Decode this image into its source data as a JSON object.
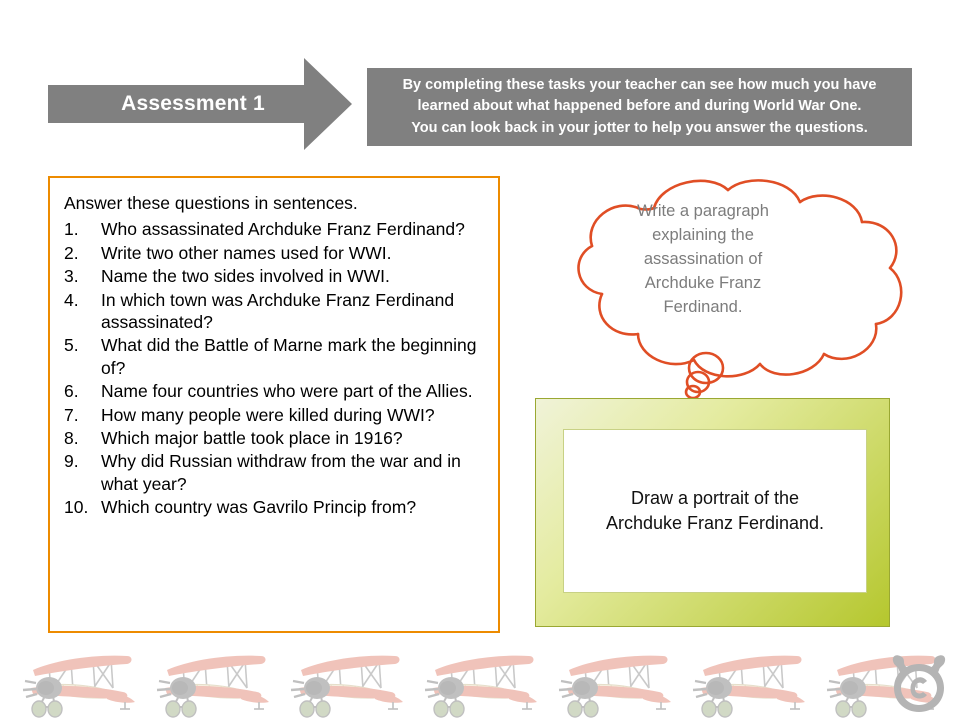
{
  "header": {
    "arrow_label": "Assessment 1",
    "arrow_color": "#808080",
    "intro_text": "By completing these tasks your teacher can see how much you have\nlearned about what happened before and during World War One.\nYou can look back in your jotter to help you answer the questions.",
    "intro_box_color": "#808080"
  },
  "questions_panel": {
    "border_color": "#ED8B00",
    "intro": "Answer these questions in sentences.",
    "items": [
      {
        "number": "1.",
        "text": "Who assassinated Archduke Franz Ferdinand?"
      },
      {
        "number": "2.",
        "text": "Write two other names used for WWI."
      },
      {
        "number": "3.",
        "text": "Name the two sides involved in WWI."
      },
      {
        "number": "4.",
        "text": "In which town was Archduke Franz Ferdinand assassinated?"
      },
      {
        "number": "5.",
        "text": "What did the Battle of Marne mark the beginning of?"
      },
      {
        "number": "6.",
        "text": "Name four countries who were part of the Allies."
      },
      {
        "number": "7.",
        "text": "How many people were killed during WWI?"
      },
      {
        "number": "8.",
        "text": "Which major battle took place in 1916?"
      },
      {
        "number": "9.",
        "text": "Why did Russian withdraw from the war and in what year?"
      },
      {
        "number": "10.",
        "text": "Which country was Gavrilo Princip from?"
      }
    ]
  },
  "thought_cloud": {
    "outline_color": "#E04E25",
    "text": "Write a paragraph explaining the assassination of Archduke Franz Ferdinand.",
    "text_color": "#7c7c7c"
  },
  "draw_box": {
    "text": "Draw a portrait of the\nArchduke Franz Ferdinand.",
    "frame_color": "#b5c72e"
  },
  "footer": {
    "plane_count": 7,
    "plane_wing_color": "#e8a090",
    "plane_body_color": "#9b9b9b",
    "copyright_symbol": "©"
  }
}
